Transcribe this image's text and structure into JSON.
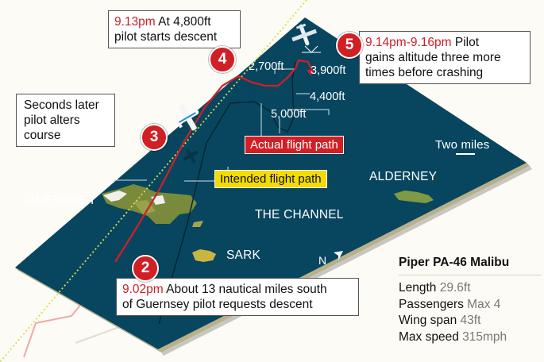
{
  "map": {
    "colors": {
      "sea": "#08465f",
      "actual_path": "#d11f26",
      "intended_path": "#d9e04a",
      "background": "#fcfbf5"
    },
    "places": {
      "guernsey": "GUERNSEY",
      "alderney": "ALDERNEY",
      "sark": "SARK",
      "channel": "THE CHANNEL"
    },
    "scale_label": "Two miles",
    "north_label": "N",
    "north_icon": "north-arrow-icon",
    "legend": {
      "actual": "Actual flight path",
      "intended": "Intended flight path"
    },
    "altitudes": [
      "2,700ft",
      "3,900ft",
      "4,400ft",
      "5,000ft"
    ]
  },
  "events": [
    {
      "number": "2",
      "time": "9.02pm",
      "line1_rest": " About 13 nautical miles south",
      "line2": "of Guernsey pilot requests descent"
    },
    {
      "number": "3",
      "line1": "Seconds later",
      "line2": "pilot alters",
      "line3": "course"
    },
    {
      "number": "4",
      "time": "9.13pm",
      "line1_rest": " At 4,800ft",
      "line2": "pilot starts descent"
    },
    {
      "number": "5",
      "time": "9.14pm-9.16pm",
      "line1_rest": " Pilot",
      "line2": "gains altitude three more",
      "line3": "times before crashing"
    }
  ],
  "aircraft": {
    "name": "Piper PA-46 Malibu",
    "specs": [
      {
        "label": "Length",
        "value": "29.6ft"
      },
      {
        "label": "Passengers",
        "value": "Max 4"
      },
      {
        "label": "Wing span",
        "value": "43ft"
      },
      {
        "label": "Max speed",
        "value": "315mph"
      }
    ]
  }
}
